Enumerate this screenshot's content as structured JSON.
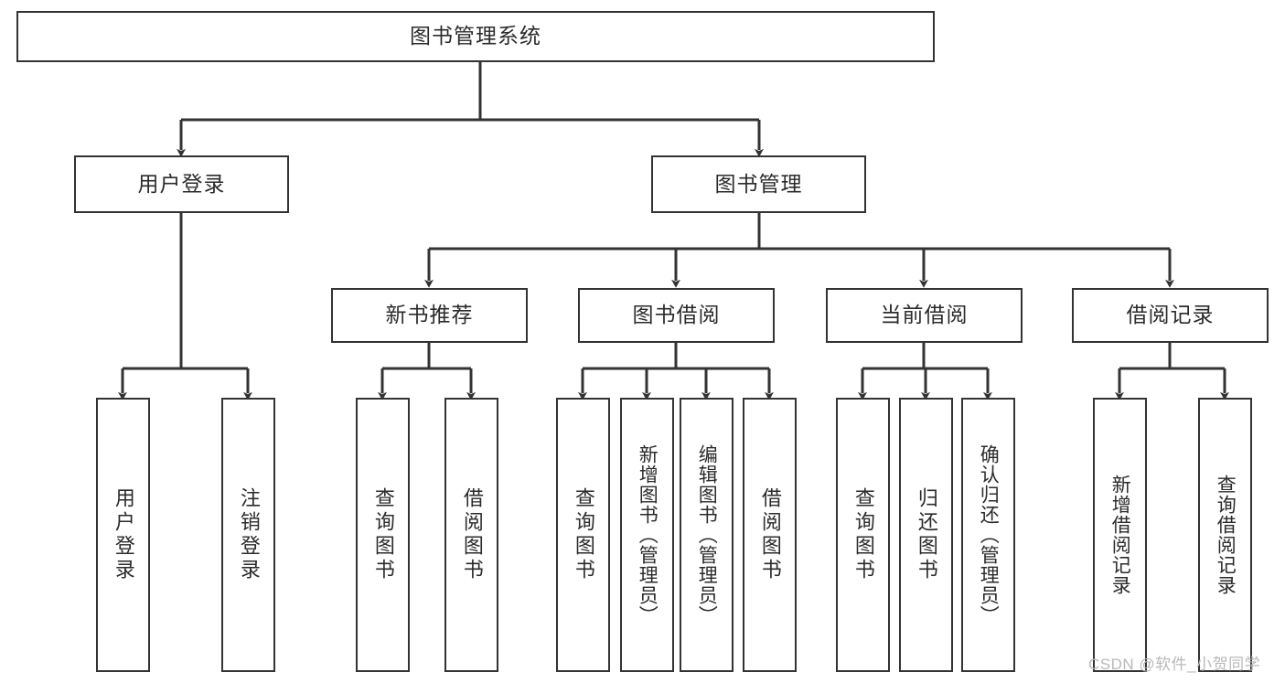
{
  "diagram": {
    "type": "tree-hierarchy-chart",
    "title": "图书管理系统",
    "colors": {
      "background": "#ffffff",
      "box_border": "#333333",
      "box_fill": "#ffffff",
      "text": "#2b2b2b",
      "connector": "#333333",
      "watermark": "#b9b9b9"
    },
    "nodes": {
      "root": {
        "label": "图书管理系统"
      },
      "level1": [
        {
          "id": "user-login",
          "label": "用户登录"
        },
        {
          "id": "book-manage",
          "label": "图书管理"
        }
      ],
      "level2": [
        {
          "id": "new-book-recommend",
          "label": "新书推荐"
        },
        {
          "id": "book-borrow",
          "label": "图书借阅"
        },
        {
          "id": "current-borrow",
          "label": "当前借阅"
        },
        {
          "id": "borrow-record",
          "label": "借阅记录"
        }
      ],
      "leaves": {
        "user_login": [
          {
            "id": "leaf-user-login",
            "label": "用户登录"
          },
          {
            "id": "leaf-logout-login",
            "label": "注销登录"
          }
        ],
        "new_book_recommend": [
          {
            "id": "leaf-query-book-1",
            "label": "查询图书"
          },
          {
            "id": "leaf-borrow-book-1",
            "label": "借阅图书"
          }
        ],
        "book_borrow": [
          {
            "id": "leaf-query-book-2",
            "label": "查询图书"
          },
          {
            "id": "leaf-add-book-admin",
            "label": "新增图书（管理员）"
          },
          {
            "id": "leaf-edit-book-admin",
            "label": "编辑图书（管理员）"
          },
          {
            "id": "leaf-borrow-book-2",
            "label": "借阅图书"
          }
        ],
        "current_borrow": [
          {
            "id": "leaf-query-book-3",
            "label": "查询图书"
          },
          {
            "id": "leaf-return-book",
            "label": "归还图书"
          },
          {
            "id": "leaf-confirm-return-admin",
            "label": "确认归还（管理员）"
          }
        ],
        "borrow_record": [
          {
            "id": "leaf-add-borrow-record",
            "label": "新增借阅记录"
          },
          {
            "id": "leaf-query-borrow-record",
            "label": "查询借阅记录"
          }
        ]
      }
    },
    "watermark": "CSDN @软件_小贺同学"
  }
}
